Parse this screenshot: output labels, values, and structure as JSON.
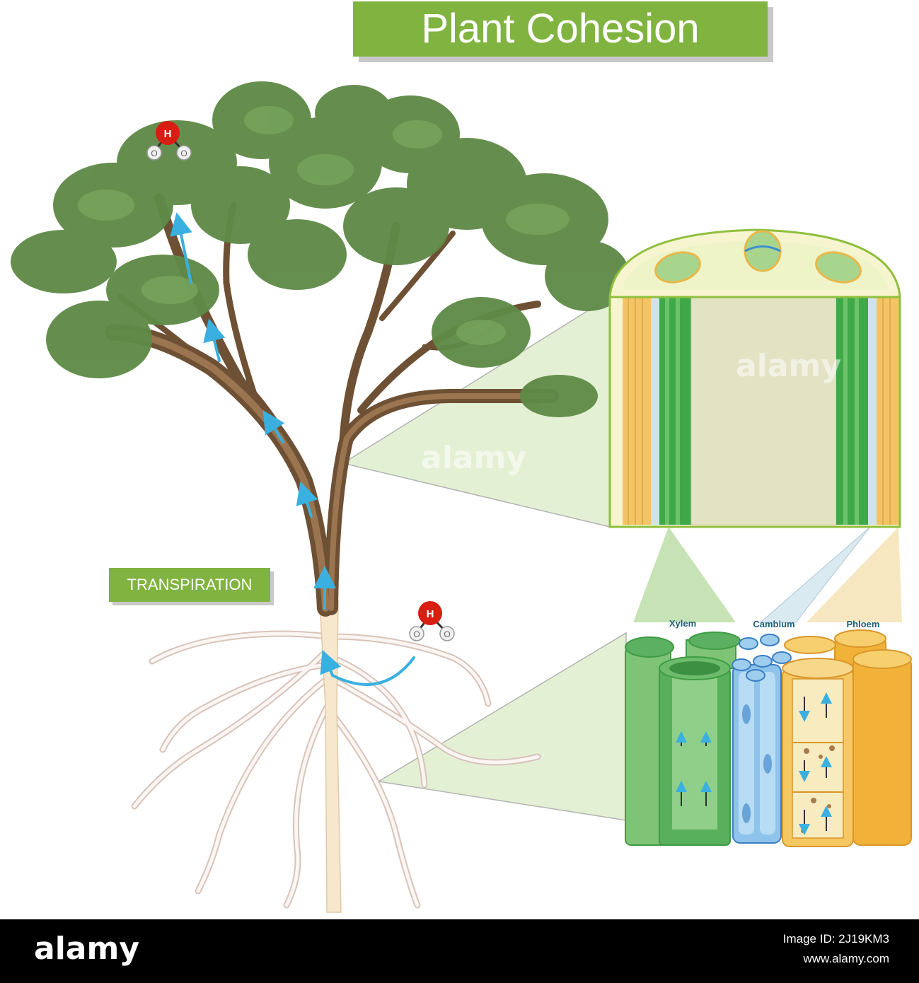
{
  "title": "Plant Cohesion",
  "labels": {
    "transpiration": "TRANSPIRATION",
    "xylem": "Xylem",
    "cambium": "Cambium",
    "phloem": "Phloem"
  },
  "molecule": {
    "hydrogen": "H",
    "oxygen_left": "O",
    "oxygen_right": "O"
  },
  "watermark": "alamy",
  "footer": {
    "logo": "alamy",
    "image_id": "Image ID: 2J19KM3",
    "url": "www.alamy.com"
  },
  "colors": {
    "title_bg": "#80b340",
    "foliage": "#5f8a47",
    "trunk": "#7b5a3a",
    "root": "#e8d7cf",
    "flow_arrow": "#3ab0e0",
    "xylem": "#58b54c",
    "cambium": "#5b9bd5",
    "phloem": "#f2b23a",
    "footer_bg": "#000000"
  },
  "icons": [
    "water-molecule-icon",
    "flow-arrow-icon"
  ]
}
